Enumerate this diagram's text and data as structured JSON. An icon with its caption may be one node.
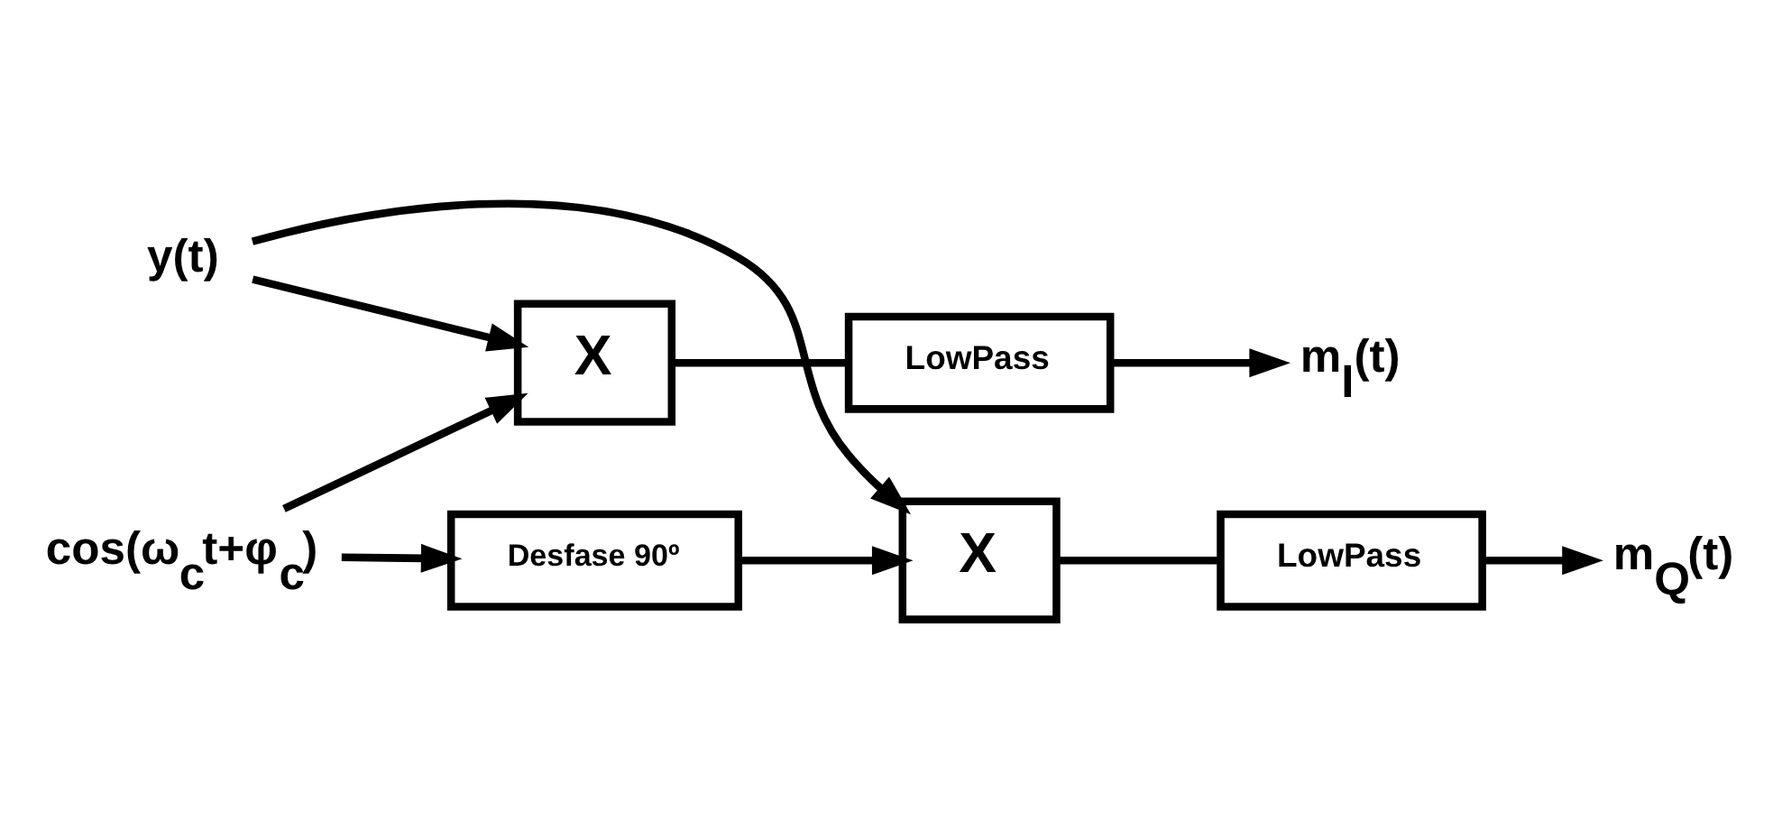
{
  "diagram": {
    "nodes": [
      {
        "text": [
          "X"
        ]
      },
      {
        "text": [
          "LowPass"
        ]
      },
      {
        "text": [
          "m$_{I}$(t)"
        ]
      },
      {
        "text": [
          "cos(ω$_{c}$t+φ$_{c}$)"
        ]
      },
      {
        "text": [
          "y(t)"
        ]
      },
      {
        "text": [
          "Desfase 90º"
        ]
      },
      {
        "text": [
          "m$_{Q}$(t)"
        ]
      },
      {
        "text": [
          "X"
        ]
      },
      {
        "text": [
          "LowPass"
        ]
      }
    ],
    "edges": [
      {
        "from": 4,
        "to": 0,
        "arrow": "to"
      },
      {
        "from": 4,
        "to": 7,
        "arrow": "to"
      },
      {
        "from": 3,
        "to": 0,
        "arrow": "to"
      },
      {
        "from": 3,
        "to": 5,
        "arrow": "to"
      },
      {
        "from": 5,
        "to": 7,
        "arrow": "to"
      },
      {
        "from": 0,
        "to": 1,
        "arrow": "none"
      },
      {
        "from": 1,
        "to": 2,
        "arrow": "to"
      },
      {
        "from": 7,
        "to": 8,
        "arrow": "none"
      },
      {
        "from": 8,
        "to": 6,
        "arrow": "to"
      }
    ]
  }
}
